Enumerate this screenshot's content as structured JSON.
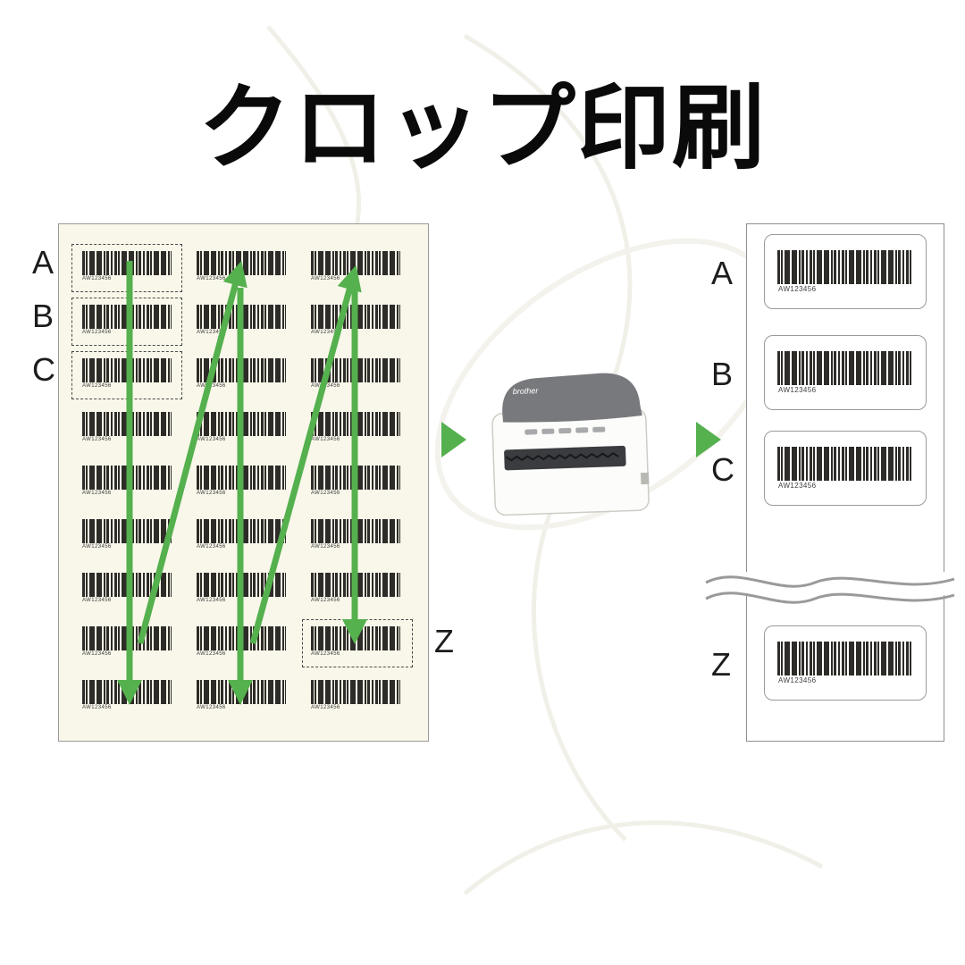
{
  "title": "クロップ印刷",
  "colors": {
    "arrow_green": "#55B04E",
    "sheet_bg": "#F9F7EA",
    "barcode_ink": "#2E2C28"
  },
  "sheet": {
    "rows": 9,
    "columns": 3,
    "row_labels": [
      "A",
      "B",
      "C"
    ],
    "z_label": "Z",
    "barcode_caption": "AW123456"
  },
  "printer": {
    "brand": "brother"
  },
  "output": {
    "letters": [
      "A",
      "B",
      "C",
      "Z"
    ],
    "barcode_caption": "AW123456"
  }
}
